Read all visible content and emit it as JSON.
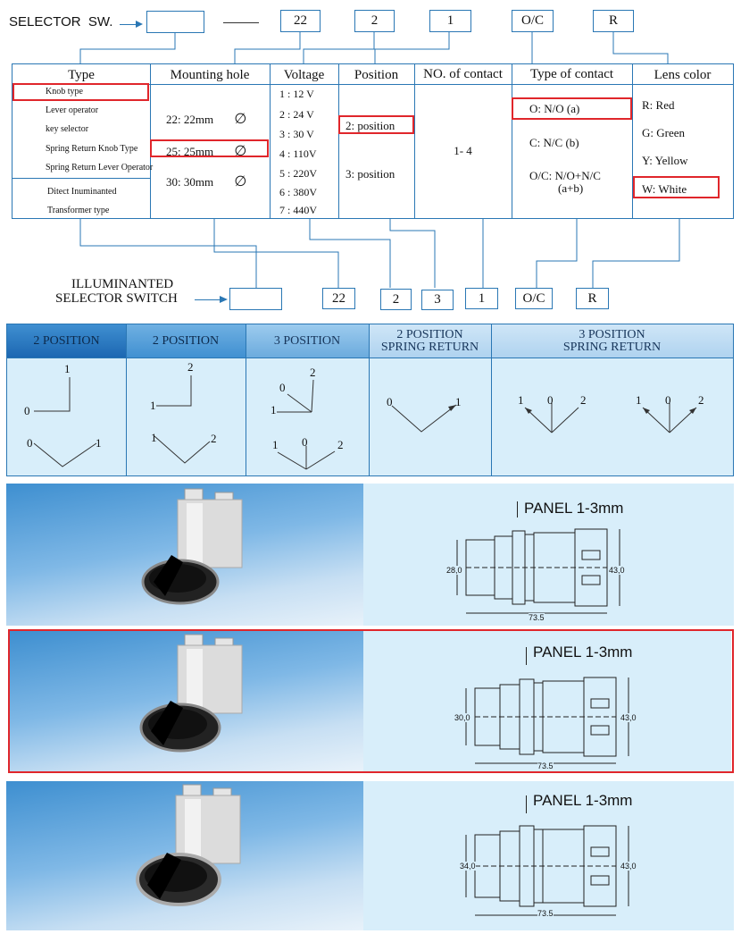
{
  "code": {
    "title": "SELECTOR  SW.",
    "fields": [
      "22",
      "2",
      "1",
      "O/C",
      "R"
    ],
    "dash": "—"
  },
  "table": {
    "headers": [
      "Type",
      "Mounting hole",
      "Voltage",
      "Position",
      "NO. of contact",
      "Type of contact",
      "Lens color"
    ],
    "types": [
      "Knob type",
      "Lever operator",
      "key selector",
      "Spring Return Knob Type",
      "Spring Return Lever Operator",
      "Ditect Inuminanted",
      "Transformer type"
    ],
    "holes": [
      "22: 22mm",
      "25: 25mm",
      "30: 30mm"
    ],
    "hole_symbol": "∅",
    "voltages": [
      "1 : 12 V",
      "2 : 24 V",
      "3 : 30 V",
      "4 : 110V",
      "5 : 220V",
      "6 : 380V",
      "7 : 440V"
    ],
    "positions": [
      "2:  position",
      "3:  position"
    ],
    "contacts": "1- 4",
    "contact_types": [
      "O: N/O (a)",
      "C: N/C (b)",
      "O/C: N/O+N/C",
      "(a+b)"
    ],
    "lens": [
      "R: Red",
      "G: Green",
      "Y: Yellow",
      "W: White"
    ]
  },
  "illum": {
    "title_line1": "ILLUMINANTED",
    "title_line2": "SELECTOR SWITCH",
    "fields": [
      "22",
      "2",
      "3",
      "1",
      "O/C",
      "R"
    ]
  },
  "positions": {
    "headers": [
      "2 POSITION",
      "2 POSITION",
      "3 POSITION",
      "2 POSITION",
      "SPRING RETURN",
      "3 POSITION",
      "SPRING RETURN"
    ],
    "labels": {
      "d1a": [
        "1",
        "0"
      ],
      "d1b": [
        "0",
        "1"
      ],
      "d2a": [
        "2",
        "1"
      ],
      "d2b": [
        "1",
        "2"
      ],
      "d3a": [
        "2",
        "0",
        "1"
      ],
      "d3b": [
        "1",
        "0",
        "2"
      ],
      "d4": [
        "0",
        "1"
      ],
      "d5a": [
        "1",
        "0",
        "2"
      ],
      "d5b": [
        "1",
        "0",
        "2"
      ]
    }
  },
  "products": [
    {
      "panel": "PANEL 1-3mm",
      "dia": "28,0",
      "height": "43,0",
      "length": "73.5"
    },
    {
      "panel": "PANEL 1-3mm",
      "dia": "30,0",
      "height": "43,0",
      "length": "73.5"
    },
    {
      "panel": "PANEL 1-3mm",
      "dia": "34,0",
      "height": "43,0",
      "length": "73.5"
    }
  ],
  "colors": {
    "accent": "#2a77b4",
    "highlight": "#e0262b",
    "panel_bg": "#d8eefa",
    "header_bg": "#1b66b1"
  }
}
